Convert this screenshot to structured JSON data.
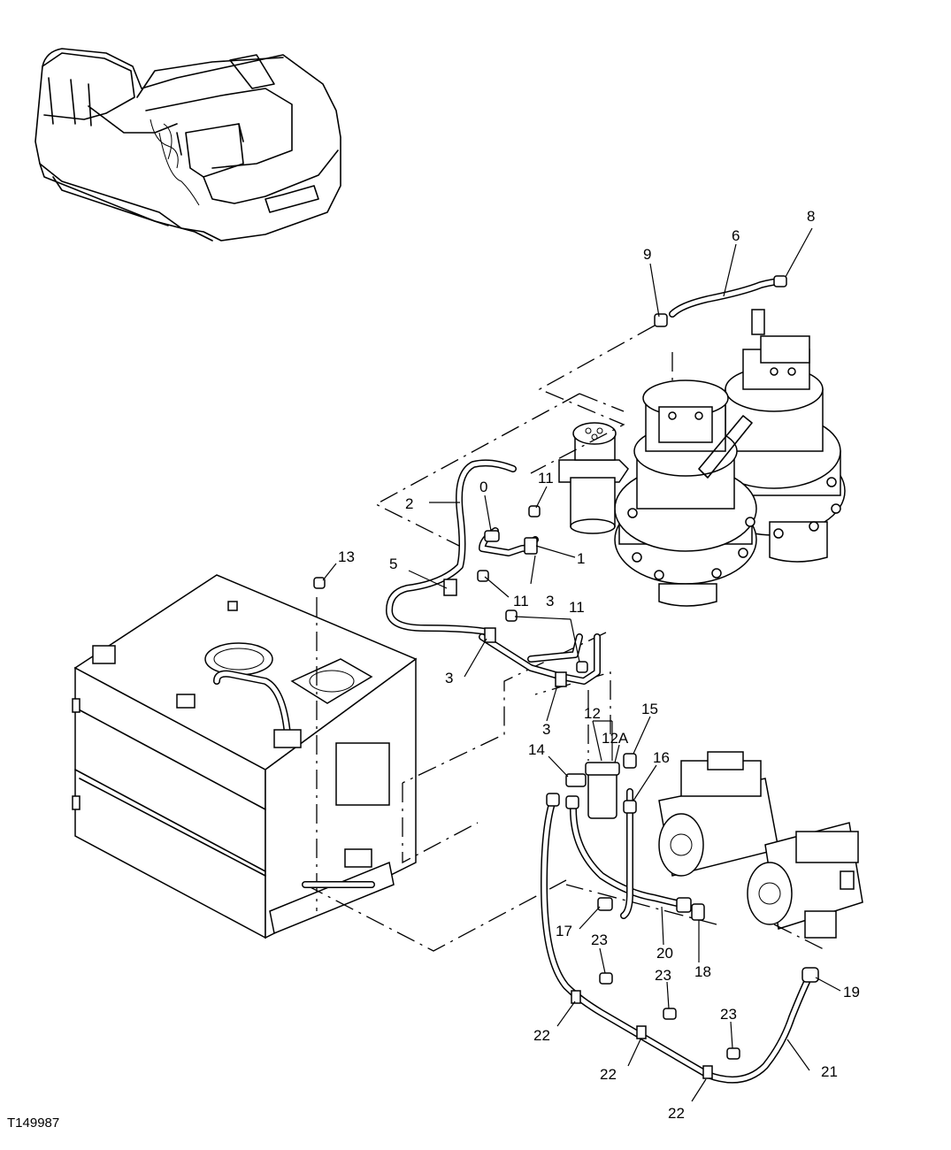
{
  "figure_id": "T149987",
  "callouts": {
    "c0": "0",
    "c1": "1",
    "c2": "2",
    "c3a": "3",
    "c3b": "3",
    "c3c": "3",
    "c5": "5",
    "c6": "6",
    "c8": "8",
    "c9": "9",
    "c11a": "11",
    "c11b": "11",
    "c11c": "11",
    "c12": "12",
    "c12a": "12A",
    "c13": "13",
    "c14": "14",
    "c15": "15",
    "c16": "16",
    "c17": "17",
    "c18": "18",
    "c19": "19",
    "c20": "20",
    "c21": "21",
    "c22a": "22",
    "c22b": "22",
    "c22c": "22",
    "c23a": "23",
    "c23b": "23",
    "c23c": "23"
  }
}
